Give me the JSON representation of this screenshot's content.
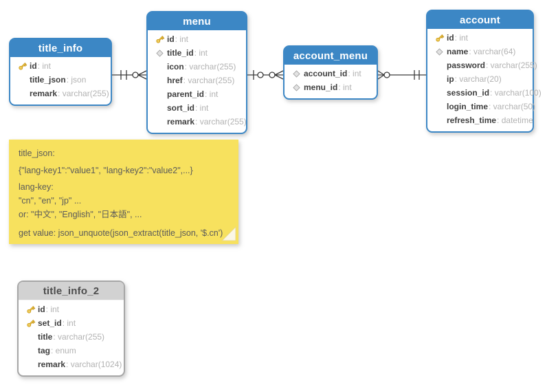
{
  "colors": {
    "table-blue": "#3c87c5",
    "table-gray": "#d2d2d2",
    "table-gray-border": "#a6a6a6",
    "note-yellow": "#f7e15e",
    "note-fold": "#fbf7e6",
    "field-name": "#3f3f3f",
    "field-type": "#b2b2b2",
    "connector": "#3a3a3a",
    "key-icon-gold": "#f7cf45",
    "diamond-icon-gray": "#e2e2e2"
  },
  "tables": [
    {
      "name": "title_info",
      "style": "blue",
      "fields": [
        {
          "icon": "key",
          "name": "id",
          "type": "int"
        },
        {
          "icon": "",
          "name": "title_json",
          "type": "json"
        },
        {
          "icon": "",
          "name": "remark",
          "type": "varchar(255)"
        }
      ]
    },
    {
      "name": "menu",
      "style": "blue",
      "fields": [
        {
          "icon": "key",
          "name": "id",
          "type": "int"
        },
        {
          "icon": "diamond",
          "name": "title_id",
          "type": "int"
        },
        {
          "icon": "",
          "name": "icon",
          "type": "varchar(255)"
        },
        {
          "icon": "",
          "name": "href",
          "type": "varchar(255)"
        },
        {
          "icon": "",
          "name": "parent_id",
          "type": "int"
        },
        {
          "icon": "",
          "name": "sort_id",
          "type": "int"
        },
        {
          "icon": "",
          "name": "remark",
          "type": "varchar(255)"
        }
      ]
    },
    {
      "name": "account_menu",
      "style": "blue",
      "fields": [
        {
          "icon": "diamond",
          "name": "account_id",
          "type": "int"
        },
        {
          "icon": "diamond",
          "name": "menu_id",
          "type": "int"
        }
      ]
    },
    {
      "name": "account",
      "style": "blue",
      "fields": [
        {
          "icon": "key",
          "name": "id",
          "type": "int"
        },
        {
          "icon": "diamond",
          "name": "name",
          "type": "varchar(64)"
        },
        {
          "icon": "",
          "name": "password",
          "type": "varchar(255)"
        },
        {
          "icon": "",
          "name": "ip",
          "type": "varchar(20)"
        },
        {
          "icon": "",
          "name": "session_id",
          "type": "varchar(100)"
        },
        {
          "icon": "",
          "name": "login_time",
          "type": "varchar(50)"
        },
        {
          "icon": "",
          "name": "refresh_time",
          "type": "datetime"
        }
      ]
    },
    {
      "name": "title_info_2",
      "style": "gray",
      "fields": [
        {
          "icon": "key",
          "name": "id",
          "type": "int"
        },
        {
          "icon": "key",
          "name": "set_id",
          "type": "int"
        },
        {
          "icon": "",
          "name": "title",
          "type": "varchar(255)"
        },
        {
          "icon": "",
          "name": "tag",
          "type": "enum"
        },
        {
          "icon": "",
          "name": "remark",
          "type": "varchar(1024)"
        }
      ]
    }
  ],
  "note": {
    "lines": [
      "title_json:",
      "{\"lang-key1\":\"value1\", \"lang-key2\":\"value2\",...}",
      "lang-key:",
      "\"cn\", \"en\", \"jp\" ...",
      "or: \"中文\", \"English\", \"日本語\", ...",
      "get value: json_unquote(json_extract(title_json, '$.cn')"
    ]
  },
  "relationships": [
    {
      "from": "title_info",
      "to": "menu",
      "from_cardinality": "one-and-only-one",
      "to_cardinality": "zero-or-many"
    },
    {
      "from": "menu",
      "to": "account_menu",
      "from_cardinality": "zero-or-one",
      "to_cardinality": "zero-or-many"
    },
    {
      "from": "account_menu",
      "to": "account",
      "from_cardinality": "zero-or-many",
      "to_cardinality": "one-and-only-one"
    }
  ]
}
